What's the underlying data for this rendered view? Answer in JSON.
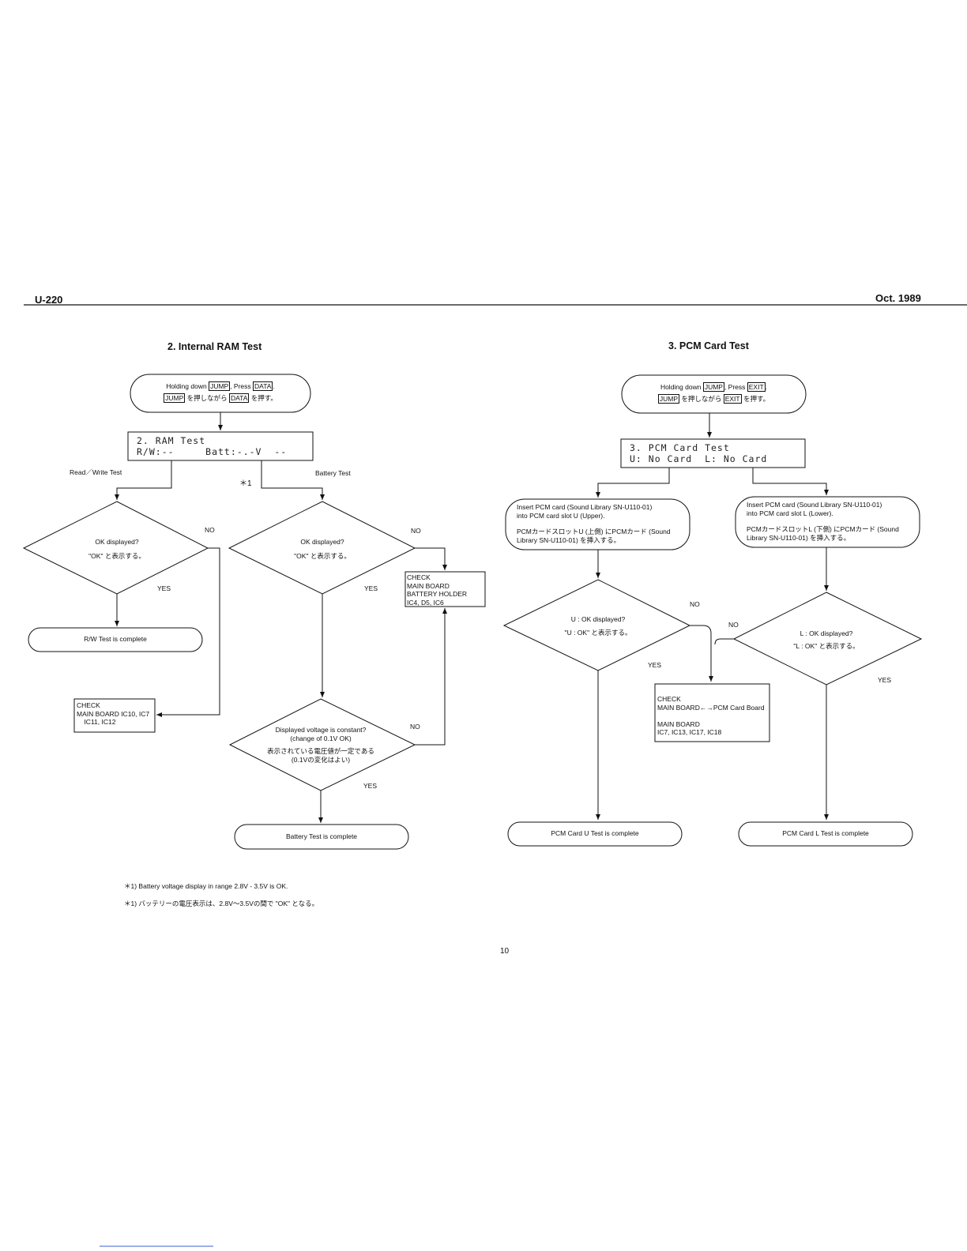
{
  "header": {
    "model": "U-220",
    "date": "Oct. 1989"
  },
  "page_number": "10",
  "ram_test": {
    "title": "2.  Internal RAM Test",
    "start": {
      "line1_pre": "Holding down ",
      "key1": "JUMP",
      "line1_mid": ", Press ",
      "key2": "DATA",
      "line1_post": ".",
      "line2_key1": "JUMP",
      "line2_mid": " を押しながら ",
      "line2_key2": "DATA",
      "line2_post": " を押す。"
    },
    "lcd_line1": "2. RAM Test",
    "lcd_line2": "R/W:--     Batt:-.-V  --",
    "branch_left": "Read／Write Test",
    "branch_right": "Battery Test",
    "footnote_mark": "＊1",
    "rw_decision": {
      "line1": "OK displayed?",
      "line2": "\"OK\" と表示する。"
    },
    "rw_no": "NO",
    "rw_yes": "YES",
    "rw_complete": "R/W Test is complete",
    "rw_check": "CHECK\nMAIN BOARD IC10, IC7\n    IC11, IC12",
    "batt_decision": {
      "line1": "OK displayed?",
      "line2": "\"OK\" と表示する。"
    },
    "batt_no": "NO",
    "batt_yes": "YES",
    "batt_check": "CHECK\nMAIN BOARD\nBATTERY HOLDER\nIC4, D5, IC6",
    "volt_decision": {
      "line1": "Displayed voltage is constant?",
      "line2": "(change of 0.1V OK)",
      "line3": "表示されている電圧値が一定である",
      "line4": "(0.1Vの変化はよい)"
    },
    "volt_no": "NO",
    "volt_yes": "YES",
    "batt_complete": "Battery Test is complete"
  },
  "pcm_test": {
    "title": "3.  PCM Card Test",
    "start": {
      "line1_pre": "Holding down ",
      "key1": "JUMP",
      "line1_mid": ", Press ",
      "key2": "EXIT",
      "line1_post": ".",
      "line2_key1": "JUMP",
      "line2_mid": " を押しながら ",
      "line2_key2": "EXIT",
      "line2_post": " を押す。"
    },
    "lcd_line1": "3. PCM Card Test",
    "lcd_line2": "U: No Card  L: No Card",
    "insert_u": {
      "line1": "Insert PCM card (Sound Library SN-U110-01)",
      "line2": "into PCM card slot U (Upper).",
      "line3": "PCMカードスロットU (上側) にPCMカード (Sound",
      "line4": "Library SN-U110-01) を挿入する。"
    },
    "insert_l": {
      "line1": "Insert PCM card (Sound Library SN-U110-01)",
      "line2": "into PCM card slot L (Lower).",
      "line3": "PCMカードスロットL (下側) にPCMカード (Sound",
      "line4": "Library SN-U110-01) を挿入する。"
    },
    "u_decision": {
      "line1": "U : OK displayed?",
      "line2": "\"U : OK\" と表示する。"
    },
    "l_decision": {
      "line1": "L : OK displayed?",
      "line2": "\"L : OK\" と表示する。"
    },
    "u_no": "NO",
    "u_yes": "YES",
    "l_no": "NO",
    "l_yes": "YES",
    "check": "CHECK\nMAIN BOARD←→PCM Card Board\n\nMAIN BOARD\nIC7, IC13, IC17, IC18",
    "u_complete": "PCM Card U Test is complete",
    "l_complete": "PCM Card L Test is complete"
  },
  "footnotes": {
    "en": "＊1)  Battery voltage display in range 2.8V - 3.5V is OK.",
    "ja": "＊1)  バッテリーの電圧表示は、2.8V～3.5Vの間で \"OK\" となる。"
  }
}
